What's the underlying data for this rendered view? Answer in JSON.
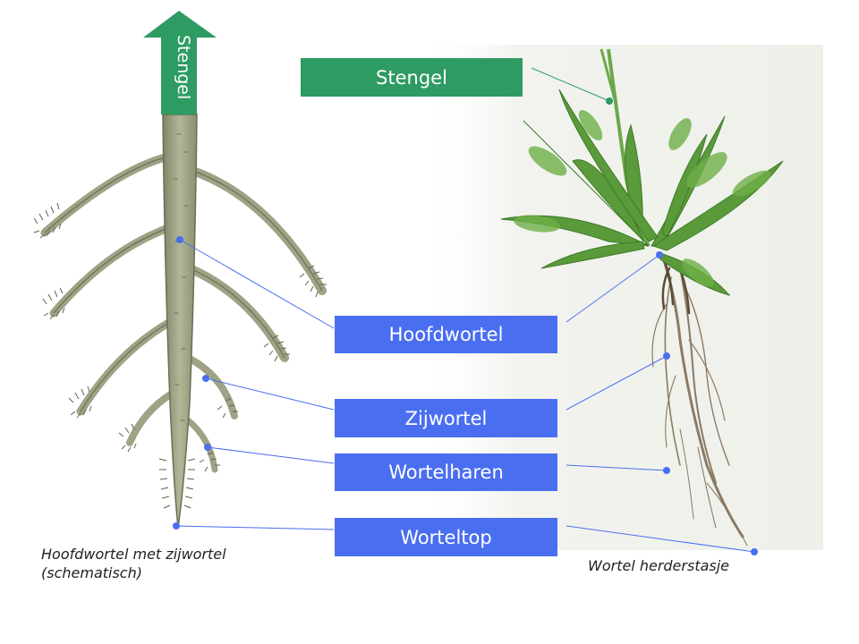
{
  "labels": {
    "stengel_box": "Stengel",
    "arrow_label": "Stengel",
    "hoofdwortel": "Hoofdwortel",
    "zijwortel": "Zijwortel",
    "wortelharen": "Wortelharen",
    "worteltop": "Worteltop"
  },
  "captions": {
    "left_line1": "Hoofdwortel met zijwortel",
    "left_line2": "(schematisch)",
    "right": "Wortel herderstasje"
  },
  "colors": {
    "label_blue": "#4a6ef0",
    "label_green": "#2e9b62",
    "root": "#a3a98a",
    "leaf": "#5a9a3a"
  }
}
